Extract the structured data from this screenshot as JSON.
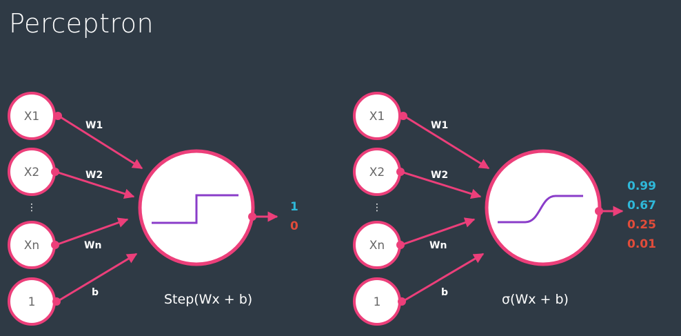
{
  "title": "Perceptron",
  "colors": {
    "background": "#2f3a45",
    "edge": "#ec3f7a",
    "activation_curve": "#8a3cc9",
    "output_positive": "#2fb8d9",
    "output_negative": "#e14c3a"
  },
  "left": {
    "inputs": [
      "X1",
      "X2",
      "Xn",
      "1"
    ],
    "ellipsis": "⋮",
    "weights": [
      "W1",
      "W2",
      "Wn",
      "b"
    ],
    "function_label": "Step(Wx + b)",
    "activation_icon": "step-function-icon",
    "outputs": [
      "1",
      "0"
    ]
  },
  "right": {
    "inputs": [
      "X1",
      "X2",
      "Xn",
      "1"
    ],
    "ellipsis": "⋮",
    "weights": [
      "W1",
      "W2",
      "Wn",
      "b"
    ],
    "function_label": "σ(Wx + b)",
    "activation_icon": "sigmoid-function-icon",
    "outputs": [
      "0.99",
      "0.67",
      "0.25",
      "0.01"
    ]
  }
}
